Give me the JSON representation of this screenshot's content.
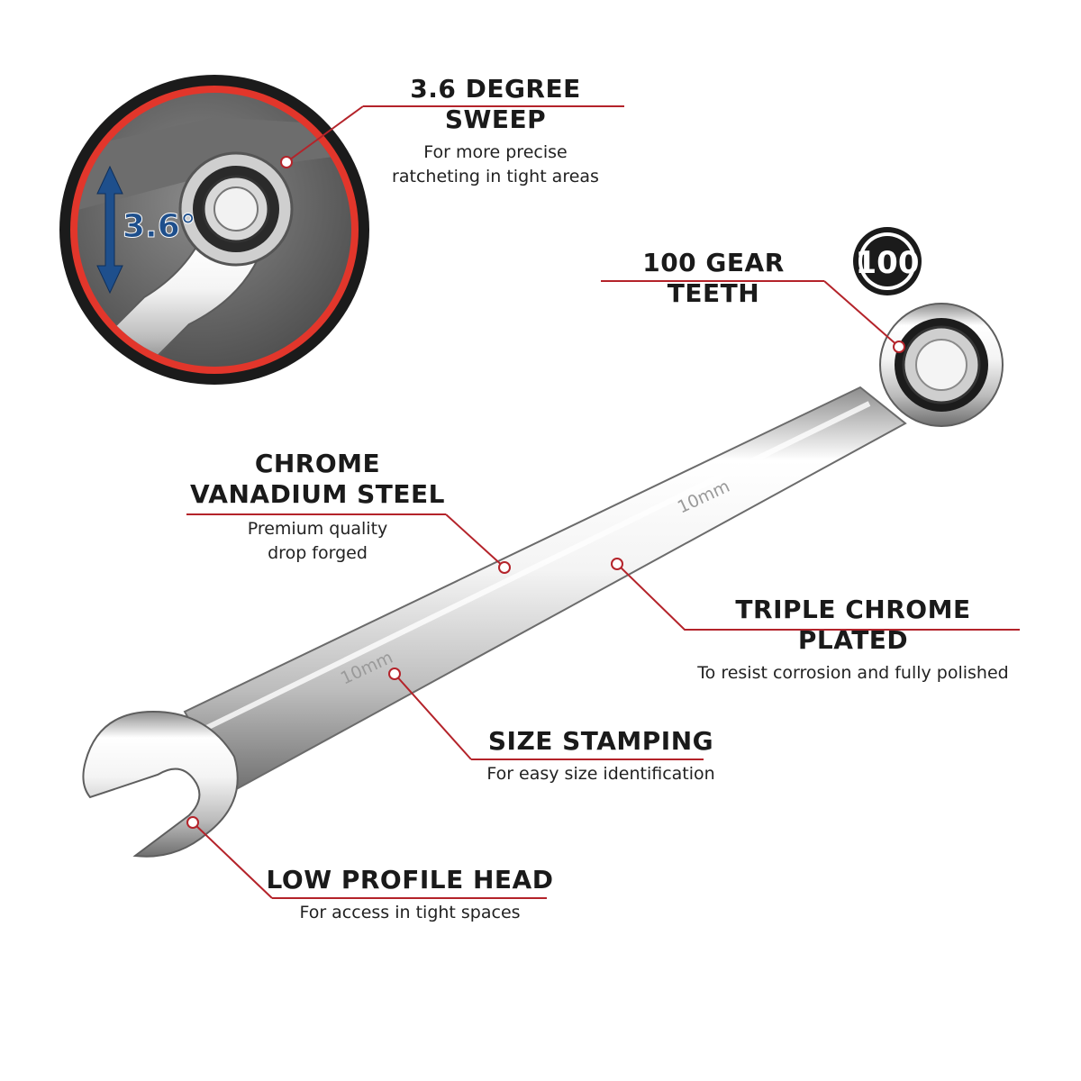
{
  "callouts": {
    "sweep": {
      "title": "3.6 DEGREE SWEEP",
      "sub_line1": "For more precise",
      "sub_line2": "ratcheting in tight areas"
    },
    "gear": {
      "title": "100 GEAR TEETH",
      "badge": "100"
    },
    "steel": {
      "title_line1": "CHROME",
      "title_line2": "VANADIUM STEEL",
      "sub_line1": "Premium quality",
      "sub_line2": "drop forged"
    },
    "chrome": {
      "title": "TRIPLE CHROME PLATED",
      "sub": "To resist corrosion and fully polished"
    },
    "stamping": {
      "title": "SIZE STAMPING",
      "sub": "For easy size identification"
    },
    "head": {
      "title": "LOW PROFILE HEAD",
      "sub": "For access in tight spaces"
    }
  },
  "inset": {
    "angle_label": "3.6°"
  },
  "wrench": {
    "size_top": "10mm",
    "size_bottom": "10mm"
  },
  "colors": {
    "accent": "#b4232a",
    "inset_ring": "#e2362b",
    "arrow": "#1e4f8c"
  }
}
